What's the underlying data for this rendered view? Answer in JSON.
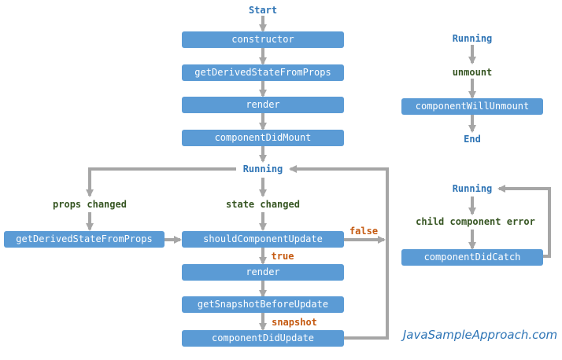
{
  "colors": {
    "box_fill": "#5b9bd5",
    "box_text": "#ffffff",
    "connector": "#a6a6a6",
    "state_text": "#2e74b5",
    "event_text": "#375623",
    "branch_text": "#c55a11",
    "watermark": "#2e75b6"
  },
  "left_flow": {
    "start": "Start",
    "constructor": "constructor",
    "get_derived_state_from_props": "getDerivedStateFromProps",
    "render": "render",
    "component_did_mount": "componentDidMount",
    "running": "Running",
    "props_changed": "props changed",
    "state_changed": "state changed",
    "props_get_derived_state_from_props": "getDerivedStateFromProps",
    "should_component_update": "shouldComponentUpdate",
    "false_label": "false",
    "true_label": "true",
    "update_render": "render",
    "get_snapshot_before_update": "getSnapshotBeforeUpdate",
    "snapshot_label": "snapshot",
    "component_did_update": "componentDidUpdate"
  },
  "unmount_flow": {
    "running": "Running",
    "unmount": "unmount",
    "component_will_unmount": "componentWillUnmount",
    "end": "End"
  },
  "error_flow": {
    "running": "Running",
    "child_component_error": "child component error",
    "component_did_catch": "componentDidCatch"
  },
  "watermark": "JavaSampleApproach.com"
}
